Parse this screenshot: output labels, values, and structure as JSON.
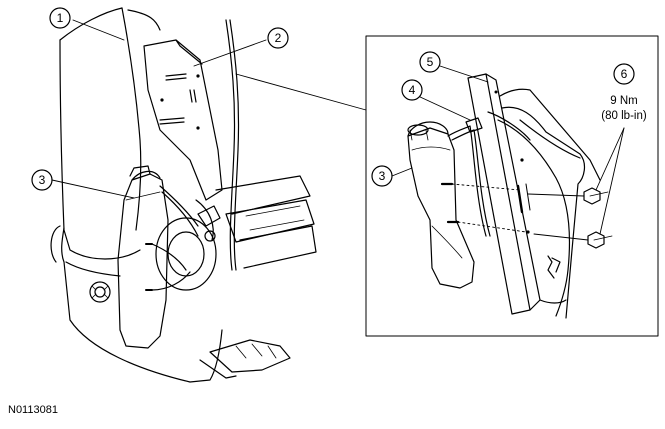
{
  "figure_id": "N0113081",
  "callouts": {
    "c1": "1",
    "c2": "2",
    "c3_left": "3",
    "c3_right": "3",
    "c4": "4",
    "c5": "5",
    "c6": "6"
  },
  "torque_spec": {
    "metric": "9 Nm",
    "imperial": "(80 lb-in)"
  }
}
